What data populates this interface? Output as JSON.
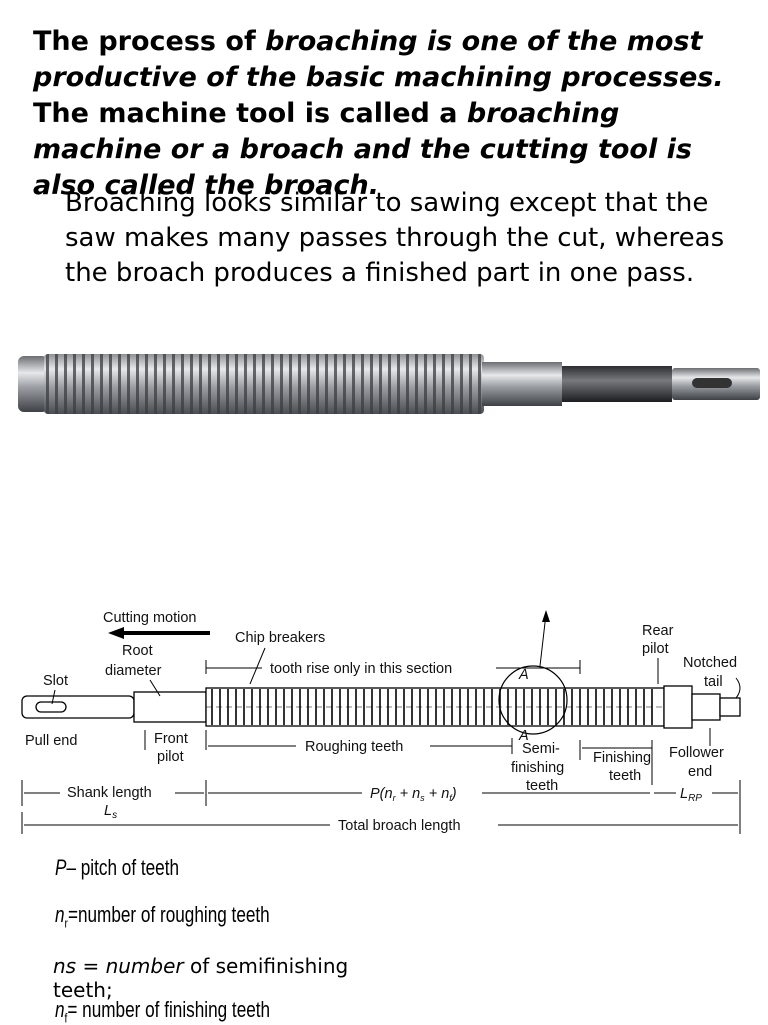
{
  "heading": {
    "part1": "The process of ",
    "part2": "broaching is one of the most productive of the basic machining processes.",
    "part3": " The machine tool is called a ",
    "part4": "broaching machine or a broach and the cutting tool is also called the ",
    "part5": "broach."
  },
  "bullet_text": "Broaching looks similar to sawing except that the saw makes many passes through the cut, whereas the broach produces a finished part in one pass.",
  "diagram": {
    "cutting_motion": "Cutting motion",
    "chip_breakers": "Chip breakers",
    "rear_pilot_1": "Rear",
    "rear_pilot_2": "pilot",
    "notched_tail_1": "Notched",
    "notched_tail_2": "tail",
    "root_diameter_1": "Root",
    "root_diameter_2": "diameter",
    "slot": "Slot",
    "tooth_rise": "tooth rise only in this section",
    "section_a_top": "A",
    "section_a_bottom": "A",
    "pull_end": "Pull end",
    "front_pilot_1": "Front",
    "front_pilot_2": "pilot",
    "roughing_teeth": "Roughing teeth",
    "semi_1": "Semi-",
    "semi_2": "finishing",
    "semi_3": "teeth",
    "finishing_1": "Finishing",
    "finishing_2": "teeth",
    "follower_1": "Follower",
    "follower_2": "end",
    "shank_length": "Shank length",
    "ls": "L",
    "ls_sub": "s",
    "pitch_formula": "P(n",
    "f_r": "r",
    "f_plus1": " + n",
    "f_s": "s",
    "f_plus2": " + n",
    "f_f": "f",
    "f_close": ")",
    "lrp": "L",
    "lrp_sub": "RP",
    "total_length": "Total broach length"
  },
  "legend": {
    "p_sym": "P",
    "p_text": "– pitch of teeth",
    "nr_sym": "n",
    "nr_sub": "r",
    "nr_text": "=number of roughing teeth",
    "ns_sym": "ns = number",
    "ns_text": " of semifinishing teeth;",
    "nf_sym": "n",
    "nf_sub": "f",
    "nf_text": "= number of finishing teeth"
  }
}
